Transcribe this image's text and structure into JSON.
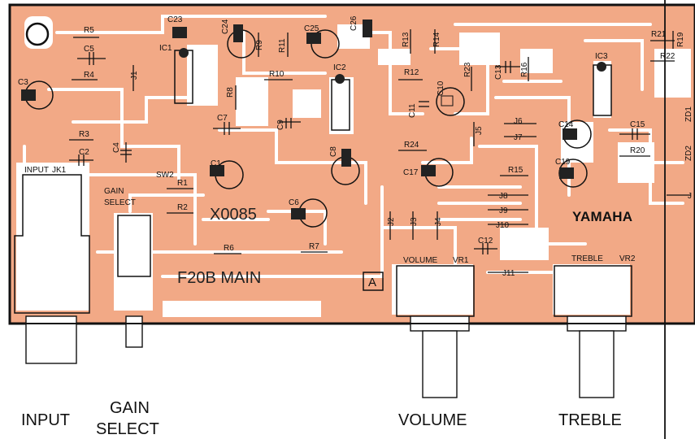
{
  "board": {
    "title": "F20B MAIN",
    "code": "X0085",
    "brand": "YAMAHA",
    "revision": "A"
  },
  "connectors": {
    "input_jack": "INPUT",
    "input_ref": "JK1",
    "gain_select": "GAIN SELECT",
    "gain_ref": "SW2",
    "volume": "VOLUME",
    "volume_ref": "VR1",
    "treble": "TREBLE",
    "treble_ref": "VR2"
  },
  "captions": {
    "input": "INPUT",
    "gain_line1": "GAIN",
    "gain_line2": "SELECT",
    "volume": "VOLUME",
    "treble": "TREBLE"
  },
  "components": {
    "resistors": [
      "R1",
      "R2",
      "R3",
      "R4",
      "R5",
      "R6",
      "R7",
      "R8",
      "R9",
      "R10",
      "R11",
      "R12",
      "R13",
      "R14",
      "R15",
      "R16",
      "R19",
      "R20",
      "R21",
      "R22",
      "R23",
      "R24"
    ],
    "capacitors": [
      "C1",
      "C2",
      "C3",
      "C4",
      "C5",
      "C6",
      "C7",
      "C8",
      "C9",
      "C10",
      "C11",
      "C12",
      "C13",
      "C14",
      "C15",
      "C17",
      "C19",
      "C23",
      "C24",
      "C25",
      "C26"
    ],
    "ics": [
      "IC1",
      "IC2",
      "IC3"
    ],
    "jumpers": [
      "J1",
      "J2",
      "J3",
      "J4",
      "J5",
      "J6",
      "J7",
      "J8",
      "J9",
      "J10",
      "J11",
      "J"
    ],
    "diodes": [
      "ZD1",
      "ZD2"
    ]
  }
}
